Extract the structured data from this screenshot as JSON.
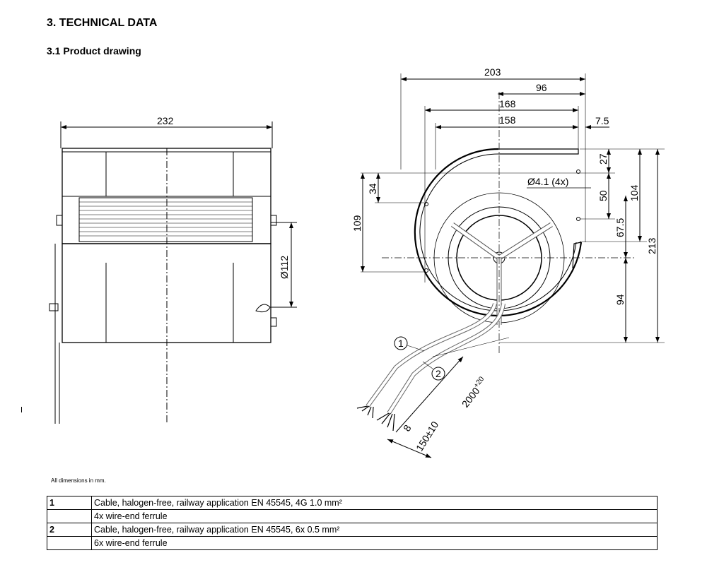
{
  "section_title": "3. TECHNICAL DATA",
  "subsection_title": "3.1 Product drawing",
  "side_view": {
    "width_dim": "232",
    "diameter_dim": "Ø112"
  },
  "front_view": {
    "dims": {
      "d203": "203",
      "d96": "96",
      "d168": "168",
      "d158": "158",
      "d7_5": "7.5",
      "d27": "27",
      "d50": "50",
      "d104": "104",
      "d213": "213",
      "d67_5": "67.5",
      "d94": "94",
      "d34": "34",
      "d109": "109",
      "hole": "Ø4.1 (4x)",
      "cable_len": "2000",
      "cable_tol": "+20",
      "strip": "8",
      "ferrule_len": "150±10"
    },
    "callouts": [
      "1",
      "2"
    ]
  },
  "note": "All dimensions in mm.",
  "legend": [
    {
      "num": "1",
      "text": "Cable, halogen-free, railway application EN 45545, 4G 1.0 mm²"
    },
    {
      "num": "",
      "text": "4x wire-end ferrule"
    },
    {
      "num": "2",
      "text": "Cable, halogen-free, railway application EN 45545, 6x 0.5 mm²"
    },
    {
      "num": "",
      "text": "6x wire-end ferrule"
    }
  ]
}
